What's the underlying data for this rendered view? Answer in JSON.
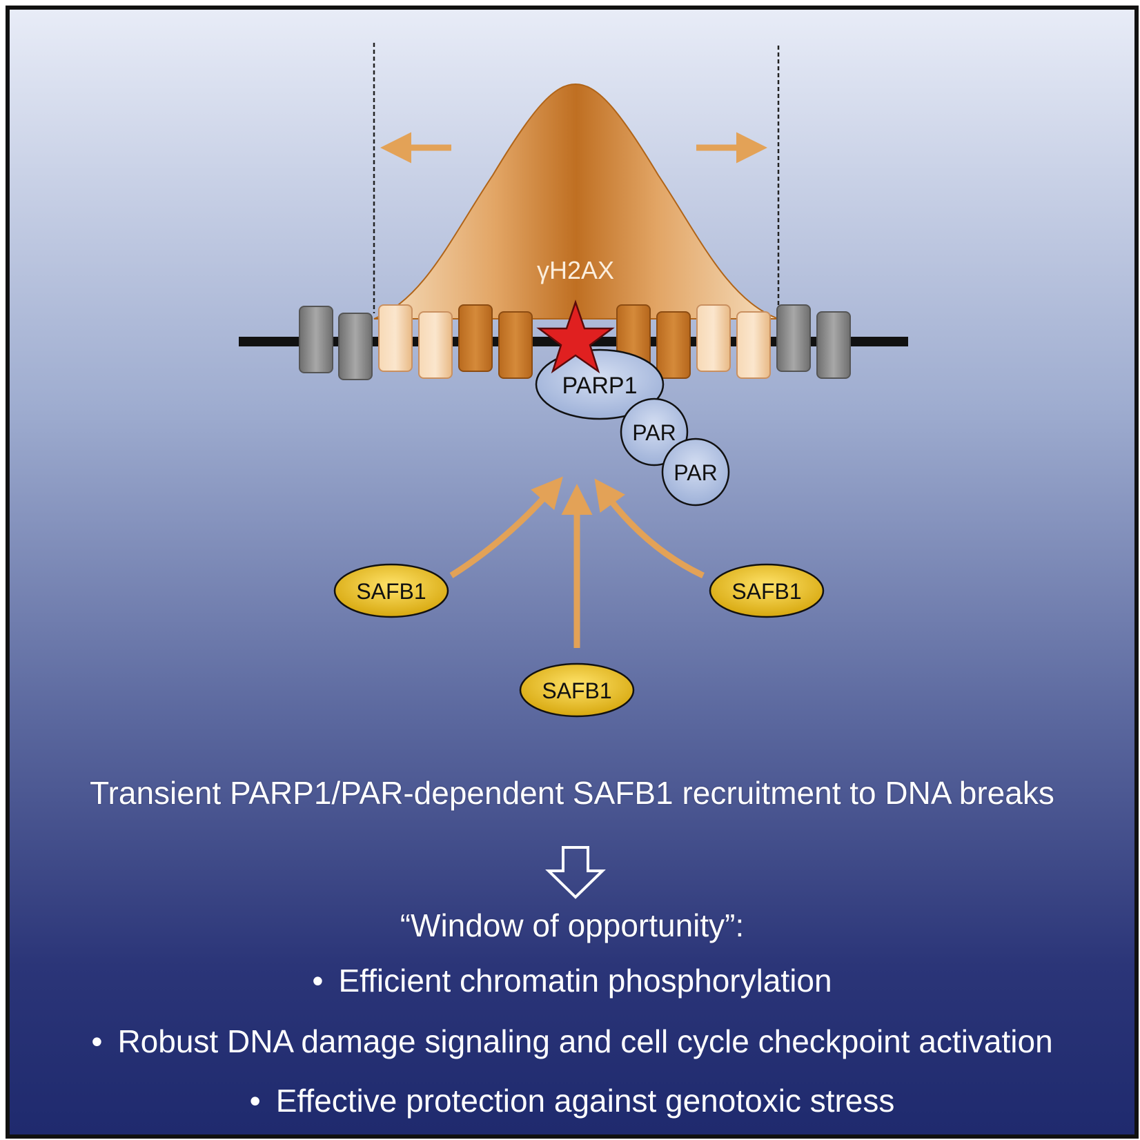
{
  "diagram": {
    "gamma_h2ax_label": "γH2AX",
    "parp1_label": "PARP1",
    "par_labels": [
      "PAR",
      "PAR"
    ],
    "safb1_labels": [
      "SAFB1",
      "SAFB1",
      "SAFB1"
    ],
    "colors": {
      "h2ax_peak": "#c9803a",
      "arrow": "#e3a257",
      "safb1_fill": "#e8c020",
      "parp1_fill": "#b8c8e6",
      "dsb_star": "#e02020",
      "nucleosome_gray": "#8a8a8a",
      "nucleosome_light": "#f2cda2",
      "nucleosome_dark": "#c97a28"
    }
  },
  "summary": "Transient PARP1/PAR-dependent SAFB1 recruitment to DNA breaks",
  "window_title": "“Window of opportunity”:",
  "outcomes": [
    "Efficient chromatin phosphorylation",
    "Robust DNA damage signaling and cell cycle checkpoint activation",
    "Effective protection against genotoxic stress"
  ],
  "bullet_char": "•"
}
